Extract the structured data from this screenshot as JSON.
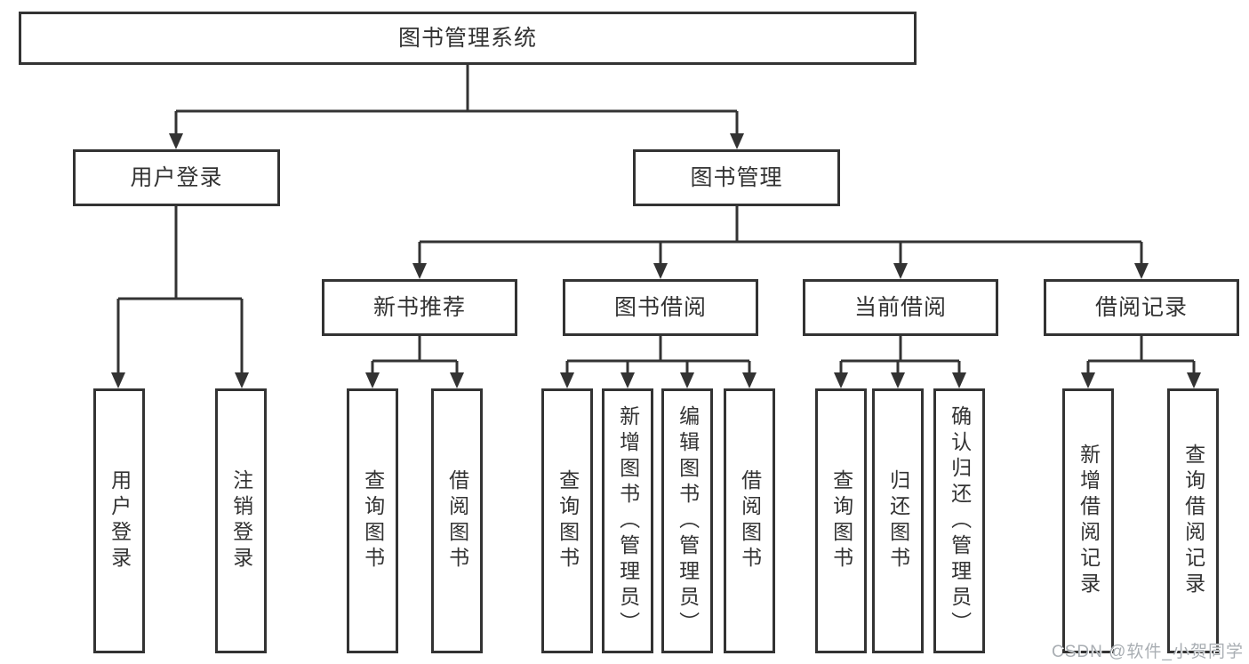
{
  "diagram": {
    "root": {
      "label": "图书管理系统"
    },
    "user_login": {
      "label": "用户登录",
      "children": [
        {
          "label": "用户登录"
        },
        {
          "label": "注销登录"
        }
      ]
    },
    "book_management": {
      "label": "图书管理",
      "groups": [
        {
          "label": "新书推荐",
          "children": [
            {
              "label": "查询图书"
            },
            {
              "label": "借阅图书"
            }
          ]
        },
        {
          "label": "图书借阅",
          "children": [
            {
              "label": "查询图书"
            },
            {
              "label": "新增图书（管理员）"
            },
            {
              "label": "编辑图书（管理员）"
            },
            {
              "label": "借阅图书"
            }
          ]
        },
        {
          "label": "当前借阅",
          "children": [
            {
              "label": "查询图书"
            },
            {
              "label": "归还图书"
            },
            {
              "label": "确认归还（管理员）"
            }
          ]
        },
        {
          "label": "借阅记录",
          "children": [
            {
              "label": "新增借阅记录"
            },
            {
              "label": "查询借阅记录"
            }
          ]
        }
      ]
    }
  },
  "watermark": {
    "text": "CSDN @软件_小贺同学"
  },
  "colors": {
    "line": "#333333",
    "box_border": "#333333",
    "text": "#333333",
    "watermark_text": "#a9aeb3",
    "background": "#ffffff"
  }
}
